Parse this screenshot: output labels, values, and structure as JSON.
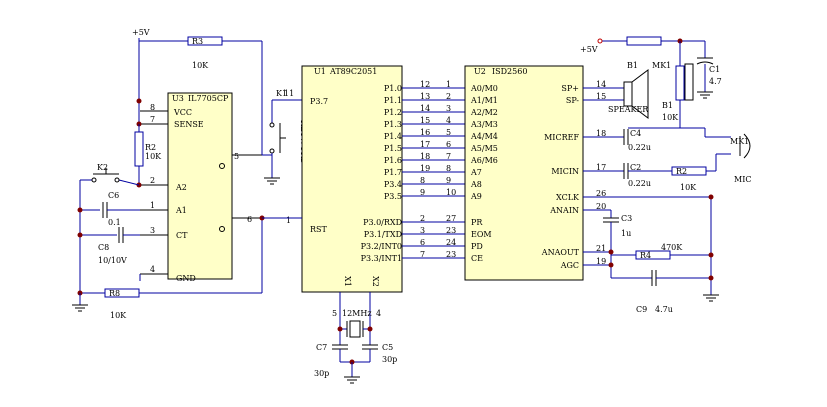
{
  "u3": {
    "ref": "U3",
    "part": "IL7705CP",
    "pins_left": [
      {
        "num": "8",
        "name": "VCC"
      },
      {
        "num": "7",
        "name": "SENSE"
      },
      {
        "num": "2",
        "name": "A2"
      },
      {
        "num": "1",
        "name": "A1"
      },
      {
        "num": "3",
        "name": "CT"
      },
      {
        "num": "4",
        "name": "GND"
      }
    ],
    "pins_right": [
      {
        "num": "5",
        "name": ""
      },
      {
        "num": "6",
        "name": ""
      }
    ]
  },
  "u1": {
    "ref": "U1",
    "part": "AT89C2051",
    "left_pins": [
      {
        "num": "11",
        "name": "P3.7"
      },
      {
        "num": "1",
        "name": "RST"
      }
    ],
    "right_pins": [
      {
        "name": "P1.0",
        "num": "12"
      },
      {
        "name": "P1.1",
        "num": "13"
      },
      {
        "name": "P1.2",
        "num": "14"
      },
      {
        "name": "P1.3",
        "num": "15"
      },
      {
        "name": "P1.4",
        "num": "16"
      },
      {
        "name": "P1.5",
        "num": "17"
      },
      {
        "name": "P1.6",
        "num": "18"
      },
      {
        "name": "P1.7",
        "num": "19"
      },
      {
        "name": "P3.4",
        "num": "8"
      },
      {
        "name": "P3.5",
        "num": "9"
      },
      {
        "name": "P3.0/RXD",
        "num": "2"
      },
      {
        "name": "P3.1/TXD",
        "num": "3"
      },
      {
        "name": "P3.2/INT0",
        "num": "6"
      },
      {
        "name": "P3.3/INT1",
        "num": "7"
      }
    ],
    "bottom_pins": [
      {
        "name": "X1",
        "num": "5"
      },
      {
        "name": "X2",
        "num": "4"
      }
    ]
  },
  "u2": {
    "ref": "U2",
    "part": "ISD2560",
    "left_pins": [
      {
        "num": "1",
        "name": "A0/M0"
      },
      {
        "num": "2",
        "name": "A1/M1"
      },
      {
        "num": "3",
        "name": "A2/M2"
      },
      {
        "num": "4",
        "name": "A3/M3"
      },
      {
        "num": "5",
        "name": "A4/M4"
      },
      {
        "num": "6",
        "name": "A5/M5"
      },
      {
        "num": "7",
        "name": "A6/M6"
      },
      {
        "num": "8",
        "name": "A7"
      },
      {
        "num": "9",
        "name": "A8"
      },
      {
        "num": "10",
        "name": "A9"
      },
      {
        "num": "27",
        "name": "PR"
      },
      {
        "num": "23",
        "name": "EOM"
      },
      {
        "num": "24",
        "name": "PD"
      },
      {
        "num": "23",
        "name": "CE"
      }
    ],
    "right_pins": [
      {
        "num": "14",
        "name": "SP+"
      },
      {
        "num": "15",
        "name": "SP-"
      },
      {
        "num": "18",
        "name": "MICREF"
      },
      {
        "num": "17",
        "name": "MICIN"
      },
      {
        "num": "26",
        "name": "XCLK"
      },
      {
        "num": "20",
        "name": "ANAIN"
      },
      {
        "num": "21",
        "name": "ANAOUT"
      },
      {
        "num": "19",
        "name": "AGC"
      }
    ]
  },
  "labels": {
    "vcc_left": "+5V",
    "vcc_right": "+5V",
    "r2_ref": "R2",
    "r2_val": "10K",
    "r3_ref": "R3",
    "r3_val": "10K",
    "r8_ref": "R8",
    "r8_val": "10K",
    "k1": "K1",
    "k2": "K2",
    "c6": "C6",
    "c6_val": "0.1",
    "c8": "C8",
    "c8_val": "10/10V",
    "b1": "B1",
    "b1_val": "10K",
    "b2": "R2",
    "b2_val": "10K",
    "r4": "R4",
    "r4_val": "470K",
    "c1": "C1",
    "c1_val": "4.7",
    "c2": "C2",
    "c2_val": "0.22u",
    "c3": "C3",
    "c3_val": "1u",
    "c4": "C4",
    "c4_val": "0.22u",
    "c5": "C5",
    "c5_val": "30p",
    "c9": "C9",
    "c9_val": "4.7u",
    "c7": "C7",
    "c7_val": "30p",
    "speaker": "SPEAKER",
    "mic": "MIC",
    "mk1": "MK1",
    "crystal": "12MHz",
    "xtal_num_left": "5",
    "xtal_num_right": "4",
    "keyword": "KEYWORD",
    "u1_k2_pin": "11",
    "u3_out_pin": "6",
    "rst_pin": "1"
  }
}
